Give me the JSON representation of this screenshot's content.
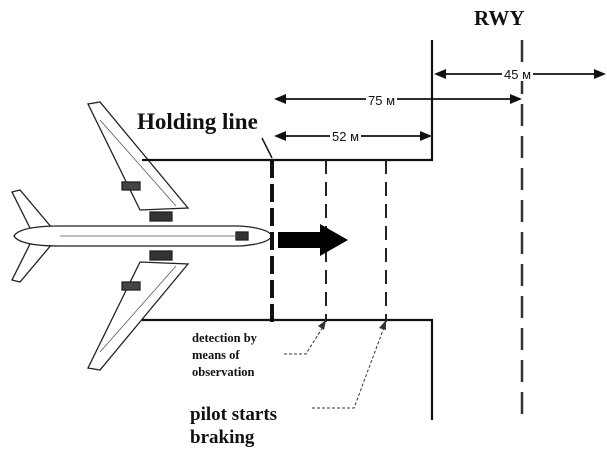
{
  "labels": {
    "runway": "RWY",
    "holding_line": "Holding line",
    "dist_75": "75 м",
    "dist_52": "52 м",
    "dist_45": "45 м",
    "detection": "detection by means of observation",
    "pilot": "pilot starts braking"
  }
}
